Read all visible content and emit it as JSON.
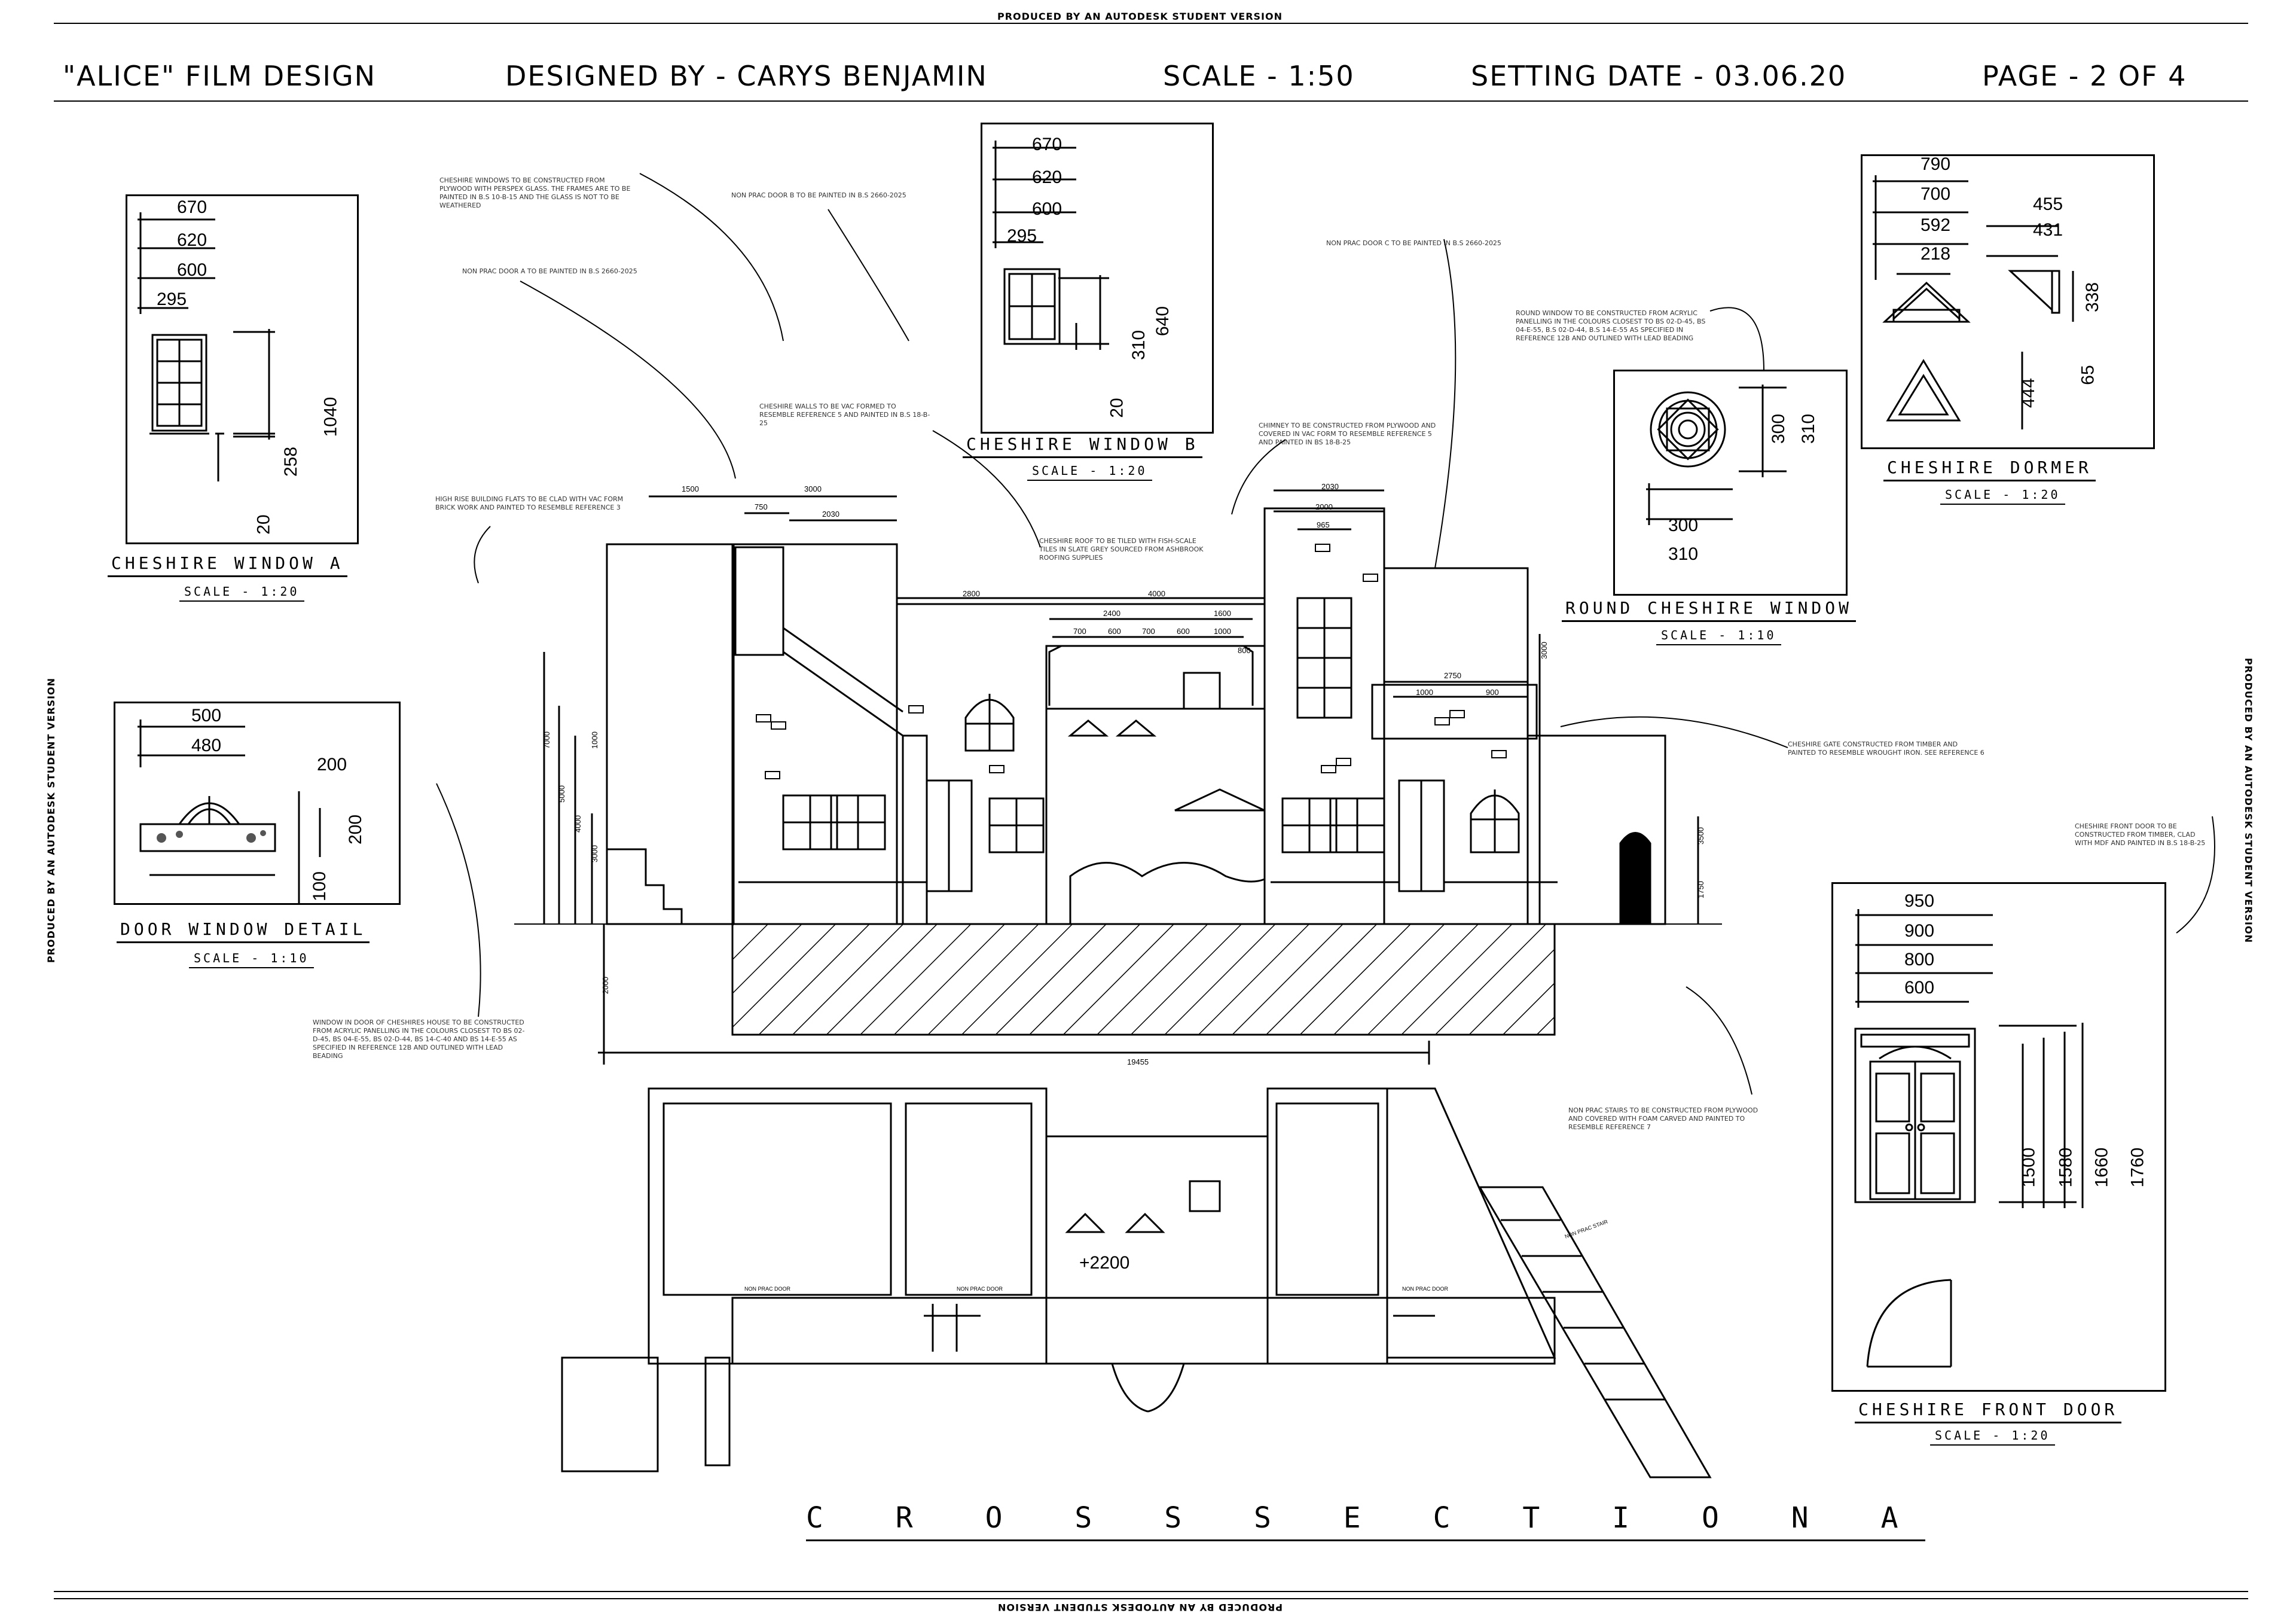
{
  "stamps": {
    "top": "PRODUCED BY AN AUTODESK STUDENT VERSION",
    "left": "PRODUCED BY AN AUTODESK STUDENT VERSION",
    "right": "PRODUCED BY AN AUTODESK STUDENT VERSION",
    "bottom": "PRODUCED BY AN AUTODESK STUDENT VERSION"
  },
  "title_block": {
    "project": "\"ALICE\" FILM DESIGN",
    "designer": "DESIGNED BY - CARYS BENJAMIN",
    "scale": "SCALE - 1:50",
    "setting_date": "SETTING DATE - 03.06.20",
    "page": "PAGE - 2 OF 4"
  },
  "details": {
    "window_a": {
      "title": "CHESHIRE WINDOW A",
      "scale": "SCALE - 1:20",
      "dims": {
        "w1": "670",
        "w2": "620",
        "w3": "600",
        "w4": "295",
        "h1": "1040",
        "h2": "258",
        "h3": "20"
      }
    },
    "window_b": {
      "title": "CHESHIRE WINDOW B",
      "scale": "SCALE - 1:20",
      "dims": {
        "w1": "670",
        "w2": "620",
        "w3": "600",
        "w4": "295",
        "h1": "640",
        "h2": "310",
        "h3": "20"
      }
    },
    "dormer": {
      "title": "CHESHIRE DORMER",
      "scale": "SCALE - 1:20",
      "dims": {
        "w1": "790",
        "w2": "700",
        "w3": "592",
        "w4": "218",
        "w5": "455",
        "w6": "431",
        "h1": "338",
        "h2": "65",
        "h3": "444"
      }
    },
    "round_window": {
      "title": "ROUND CHESHIRE WINDOW",
      "scale": "SCALE - 1:10",
      "dims": {
        "h1": "300",
        "h2": "310",
        "w1": "300",
        "w2": "310"
      }
    },
    "door_window": {
      "title": "DOOR WINDOW DETAIL",
      "scale": "SCALE - 1:10",
      "dims": {
        "w1": "500",
        "w2": "480",
        "w3": "200",
        "h1": "200",
        "h2": "100"
      }
    },
    "front_door": {
      "title": "CHESHIRE FRONT DOOR",
      "scale": "SCALE - 1:20",
      "dims": {
        "w1": "950",
        "w2": "900",
        "w3": "800",
        "w4": "600",
        "h1": "1500",
        "h2": "1580",
        "h3": "1660",
        "h4": "1760"
      }
    }
  },
  "elevation": {
    "dims": {
      "d1500": "1500",
      "d3000a": "3000",
      "d750": "750",
      "d2030a": "2030",
      "d2800": "2800",
      "d4000": "4000",
      "d2400": "2400",
      "d1600": "1600",
      "d700a": "700",
      "d600a": "600",
      "d700b": "700",
      "d600b": "600",
      "d1000a": "1000",
      "d800": "800",
      "d2030b": "2030",
      "d2000a": "2000",
      "d965": "965",
      "d3000b": "3000",
      "d2750": "2750",
      "d1000b": "1000",
      "d900": "900",
      "v7000": "7000",
      "v5000": "5000",
      "v4000": "4000",
      "v3000": "3000",
      "v1000": "1000",
      "v2000": "2000",
      "v3500": "3500",
      "v1750": "1750",
      "total": "19455"
    }
  },
  "plan": {
    "level": "+2200",
    "door_labels": [
      "NON PRAC DOOR",
      "NON PRAC DOOR",
      "NON PRAC DOOR"
    ],
    "stair_label": "NON PRAC STAIR"
  },
  "cross_section_title": "C R O S S   S E C T I O N   A",
  "notes": {
    "n1": "Cheshire windows to be constructed from plywood with perspex glass. The frames are to be painted in B.S 10-B-15 and the glass is not to be weathered",
    "n2": "Non prac door A to be painted in B.S 2660-2025",
    "n3": "Non prac door B to be painted in B.S 2660-2025",
    "n4": "Cheshire walls to be vac formed to resemble reference 5 and painted in B.S 18-B-25",
    "n5": "High rise building flats to be clad with vac form brick work and painted to resemble reference 3",
    "n6": "Cheshire roof to be tiled with fish-scale tiles in slate grey sourced from Ashbrook roofing supplies",
    "n7": "Chimney to be constructed from plywood and covered in vac form to resemble reference 5 and painted in BS 18-B-25",
    "n8": "Non prac door C to be painted in B.S 2660-2025",
    "n9": "Round window to be constructed from acrylic panelling in the colours closest to BS 02-D-45, BS 04-E-55, B.S 02-D-44, B.S 14-E-55 as specified in reference 12B and outlined with lead beading",
    "n10": "Cheshire gate constructed from timber and painted to resemble wrought iron. See reference 6",
    "n11": "Cheshire front door to be constructed from timber, clad with MDF and painted in B.S 18-B-25",
    "n12": "Window in door of Cheshires house to be constructed from acrylic panelling in the colours closest to BS 02-D-45, BS 04-E-55, BS 02-D-44, BS 14-C-40 and BS 14-E-55 as specified in reference 12B and outlined with lead beading",
    "n13": "Non prac stairs to be constructed from plywood and covered with foam carved and painted to resemble reference 7"
  }
}
